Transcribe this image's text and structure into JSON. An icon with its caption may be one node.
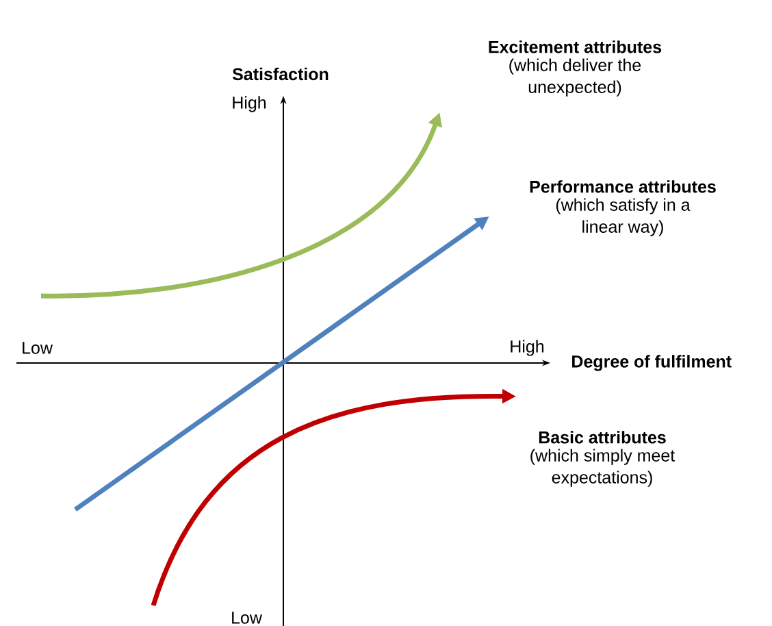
{
  "diagram": {
    "nodes": [
      {
        "text": [
          "Excitement attributes",
          "(which deliver the unexpected)"
        ]
      },
      {
        "text": [
          "Performance attributes",
          "(which satisfy in a linear way)"
        ]
      },
      {
        "text": [
          "Basic attributes",
          "(which simply meet expectations)"
        ]
      }
    ],
    "edges": [
      {
        "from": null,
        "to": 0,
        "arrow": "to",
        "color": "#9bbb59"
      },
      {
        "from": null,
        "to": 1,
        "arrow": "to",
        "color": "#4f81bd"
      },
      {
        "from": null,
        "to": 2,
        "arrow": "to",
        "color": "#c00000"
      }
    ],
    "labels": [
      "Satisfaction",
      "High",
      "Low",
      "High",
      "Degree of fulfilment",
      "Low"
    ]
  }
}
